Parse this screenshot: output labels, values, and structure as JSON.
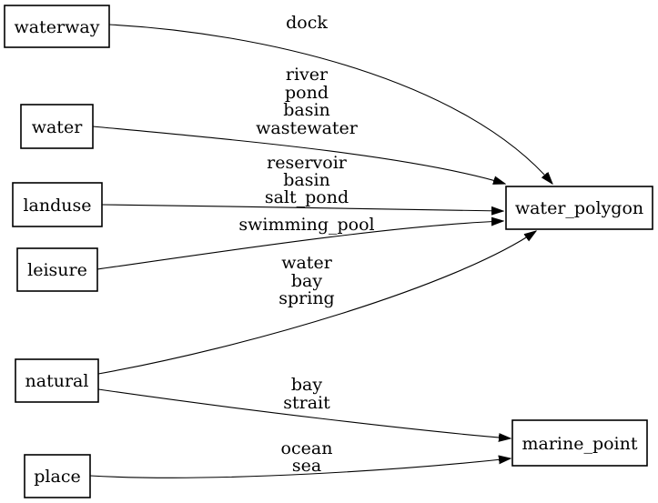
{
  "diagram": {
    "type": "directed-graph",
    "direction": "left-to-right",
    "colors": {
      "background": "#ffffff",
      "node_fill": "#ffffff",
      "node_border": "#000000",
      "edge_stroke": "#000000",
      "text": "#000000"
    },
    "nodes": {
      "waterway": {
        "label": "waterway"
      },
      "water": {
        "label": "water"
      },
      "landuse": {
        "label": "landuse"
      },
      "leisure": {
        "label": "leisure"
      },
      "natural": {
        "label": "natural"
      },
      "place": {
        "label": "place"
      },
      "water_polygon": {
        "label": "water_polygon"
      },
      "marine_point": {
        "label": "marine_point"
      }
    },
    "edges": [
      {
        "from": "waterway",
        "to": "water_polygon",
        "labels": [
          "dock"
        ]
      },
      {
        "from": "water",
        "to": "water_polygon",
        "labels": [
          "river",
          "pond",
          "basin",
          "wastewater"
        ]
      },
      {
        "from": "landuse",
        "to": "water_polygon",
        "labels": [
          "reservoir",
          "basin",
          "salt_pond"
        ]
      },
      {
        "from": "leisure",
        "to": "water_polygon",
        "labels": [
          "swimming_pool"
        ]
      },
      {
        "from": "natural",
        "to": "water_polygon",
        "labels": [
          "water",
          "bay",
          "spring"
        ]
      },
      {
        "from": "natural",
        "to": "marine_point",
        "labels": [
          "bay",
          "strait"
        ]
      },
      {
        "from": "place",
        "to": "marine_point",
        "labels": [
          "ocean",
          "sea"
        ]
      }
    ]
  }
}
